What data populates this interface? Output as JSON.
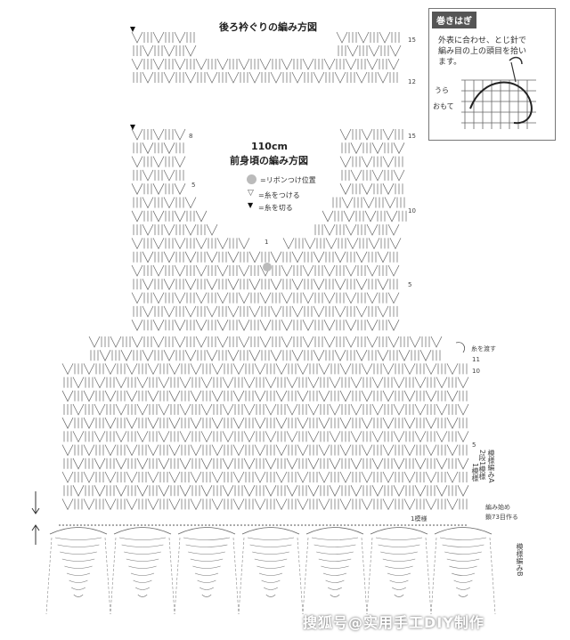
{
  "back_neck": {
    "title": "後ろ衿ぐりの編み方図",
    "row_labels": [
      "15",
      "12"
    ]
  },
  "front": {
    "size": "110cm",
    "title": "前身頃の編み方図",
    "rows_left": [
      "8",
      "5"
    ],
    "rows_right": [
      "15",
      "10",
      "5"
    ],
    "center_row": "1",
    "legend": {
      "ribbon": "=リボンつけ位置",
      "join": "=糸をつける",
      "cut": "=糸を切る"
    }
  },
  "body": {
    "pass_yarn": "糸を渡す",
    "rows": [
      "11",
      "10",
      "5"
    ],
    "repeat_line1": "2段1模様",
    "repeat_line2": "1模様",
    "pattern_a": "模様編みA",
    "start_line1": "編み始め",
    "start_line2": "鎖73目作る",
    "one_pattern": "1模様",
    "pattern_b": "模様編みB"
  },
  "inset": {
    "title": "巻きはぎ",
    "text_lines": [
      "外表に合わせ、とじ針で",
      "編み目の上の頭目を拾い",
      "ます。"
    ],
    "ura": "うら",
    "omote": "おもて"
  },
  "watermark": "搜狐号@实用手工DIY制作"
}
